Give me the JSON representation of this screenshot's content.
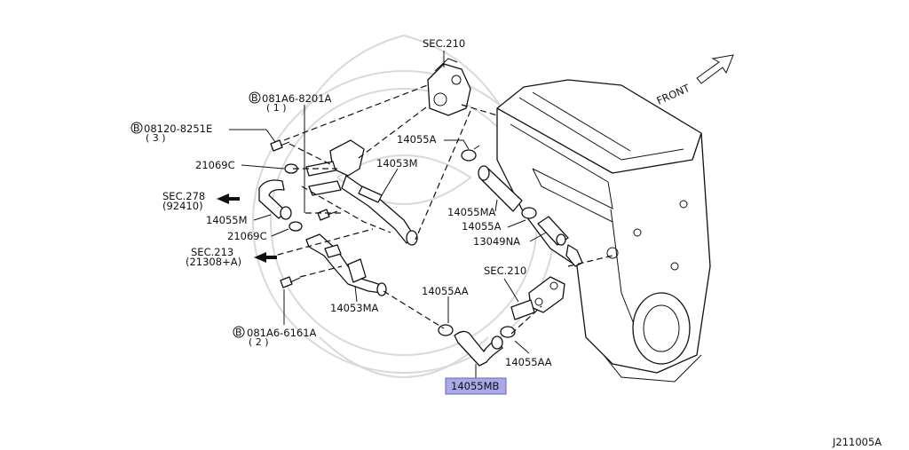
{
  "figure_id": "J211005A",
  "front_label": "FRONT",
  "labels": {
    "sec210_top": "SEC.210",
    "bolt_8201": "081A6-8201A",
    "bolt_8201_qty": "( 1 )",
    "bolt_8251": "08120-8251E",
    "bolt_8251_qty": "( 3 )",
    "bolt_6161": "081A6-6161A",
    "bolt_6161_qty": "( 2 )",
    "p21069c_a": "21069C",
    "p21069c_b": "21069C",
    "p14053m": "14053M",
    "p14055m": "14055M",
    "p14053ma": "14053MA",
    "p14055a_a": "14055A",
    "p14055a_b": "14055A",
    "p14055ma": "14055MA",
    "p13049na": "13049NA",
    "sec210_bottom": "SEC.210",
    "p14055aa_a": "14055AA",
    "p14055aa_b": "14055AA",
    "p14055mb": "14055MB",
    "sec278": "SEC.278",
    "sec278_ref": "(92410)",
    "sec213": "SEC.213",
    "sec213_ref": "(21308+A)",
    "bolt_symbol": "B"
  },
  "highlight_color": "#a9a9e8"
}
